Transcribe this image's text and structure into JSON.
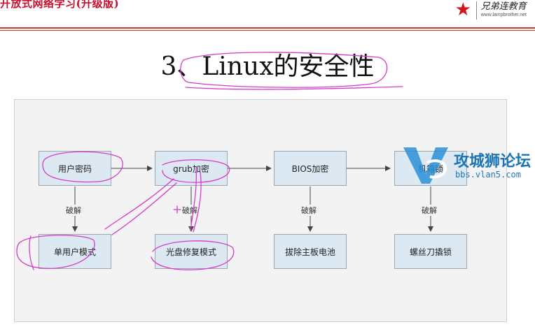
{
  "header": {
    "top_left_text": "开放式网络学习(升级版)",
    "brand_name": "兄弟连教育",
    "brand_url": "www.lampbrother.net",
    "accent_color": "#cc3b2b"
  },
  "slide": {
    "title": "3、Linux的安全性"
  },
  "diagram": {
    "top_nodes": [
      "用户密码",
      "grub加密",
      "BIOS加密",
      "机箱锁"
    ],
    "bottom_nodes": [
      "单用户模式",
      "光盘修复模式",
      "拔除主板电池",
      "螺丝刀撬锁"
    ],
    "edge_label": "破解",
    "node_fill": "#dce9f3"
  },
  "watermark": {
    "title": "攻城狮论坛",
    "url": "bbs.vlan5.com",
    "color": "#1b76b8"
  }
}
